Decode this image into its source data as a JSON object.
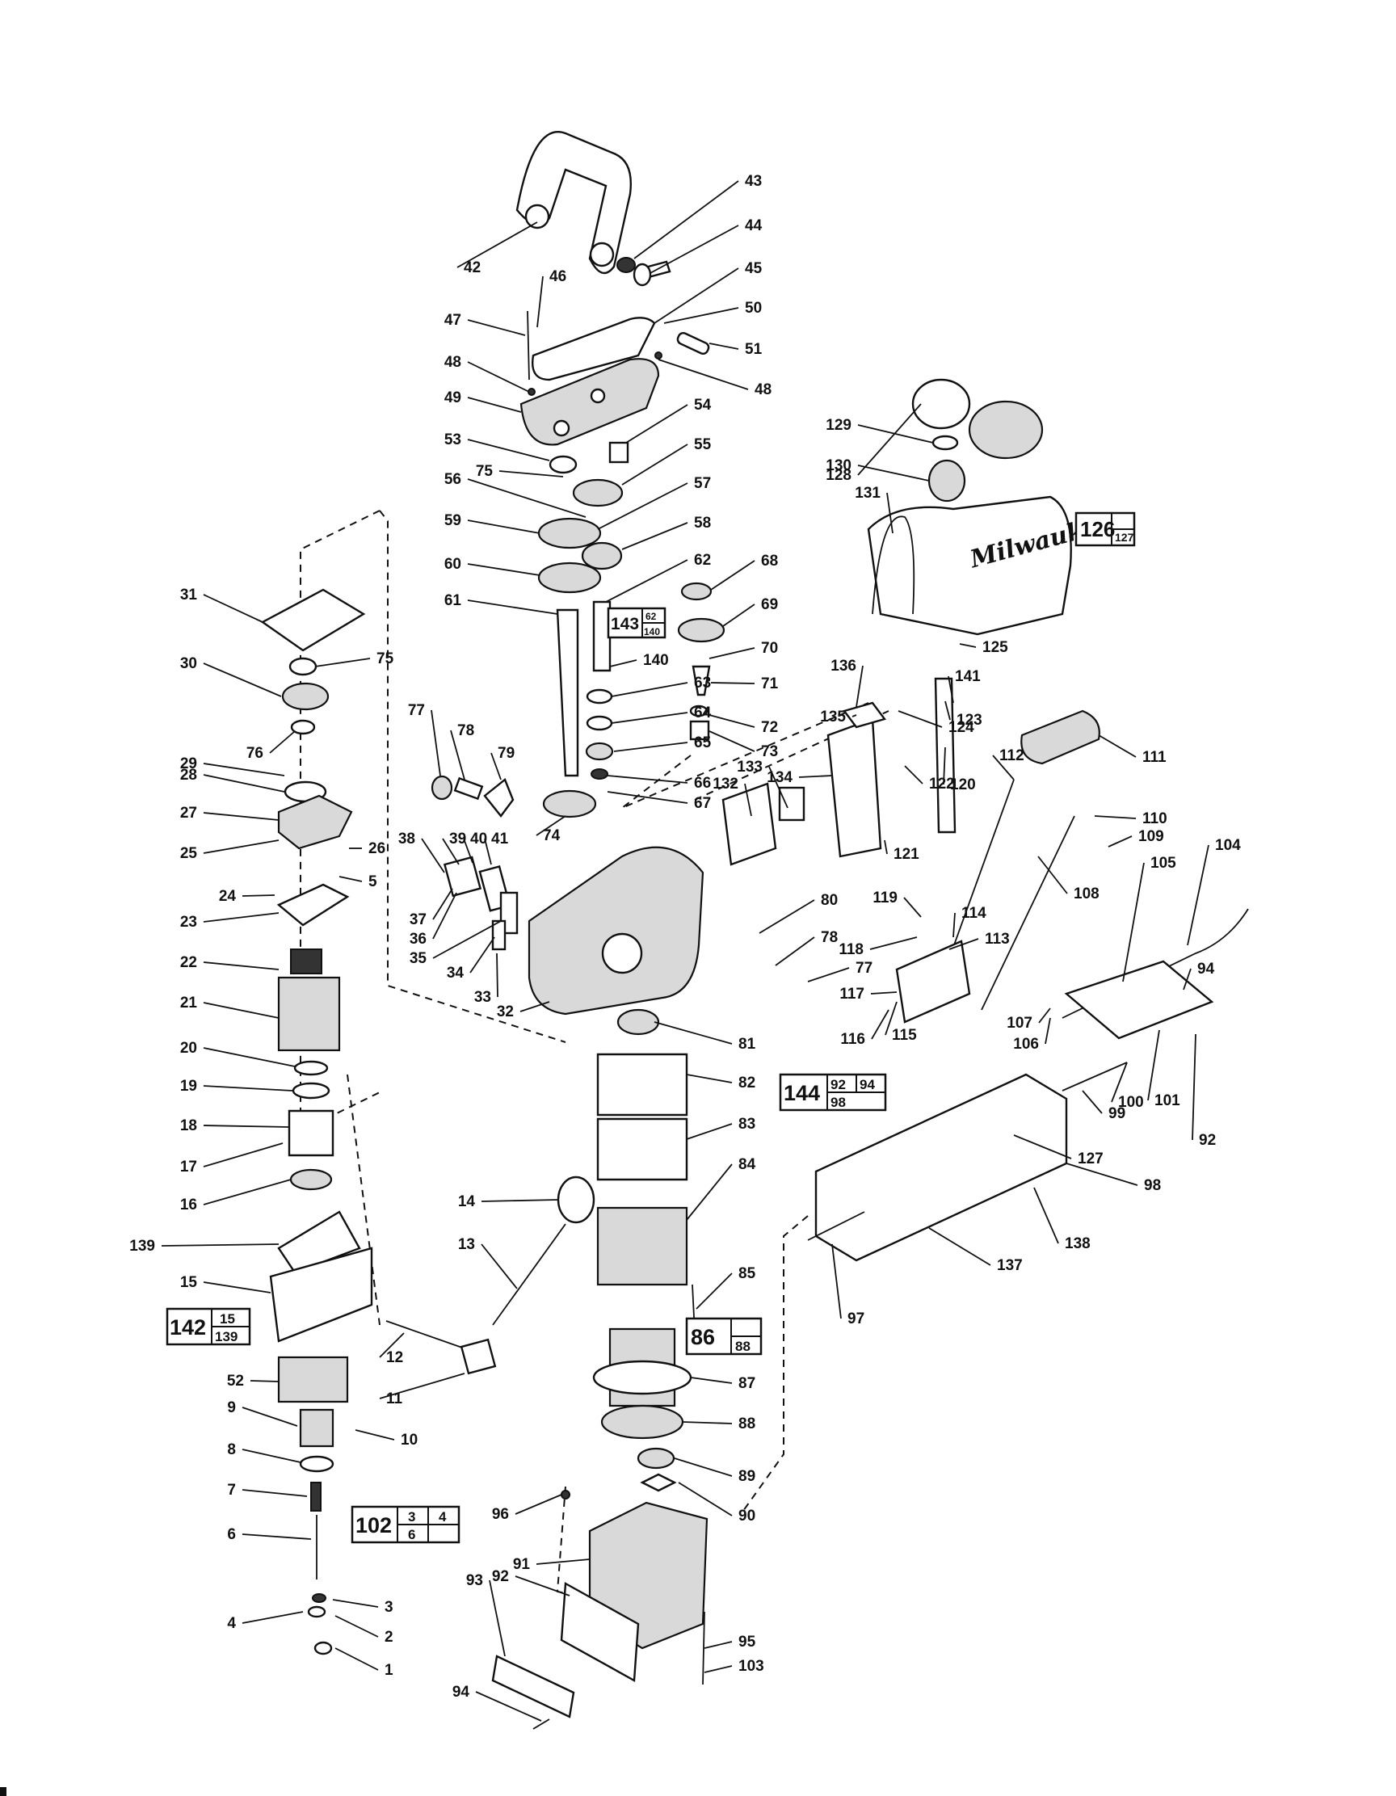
{
  "brand_text": "Milwaukee",
  "callouts": [
    {
      "label": "1"
    },
    {
      "label": "2"
    },
    {
      "label": "3"
    },
    {
      "label": "4"
    },
    {
      "label": "5"
    },
    {
      "label": "6"
    },
    {
      "label": "7"
    },
    {
      "label": "8"
    },
    {
      "label": "9"
    },
    {
      "label": "10"
    },
    {
      "label": "11"
    },
    {
      "label": "12"
    },
    {
      "label": "13"
    },
    {
      "label": "14"
    },
    {
      "label": "15"
    },
    {
      "label": "16"
    },
    {
      "label": "17"
    },
    {
      "label": "18"
    },
    {
      "label": "19"
    },
    {
      "label": "20"
    },
    {
      "label": "21"
    },
    {
      "label": "22"
    },
    {
      "label": "23"
    },
    {
      "label": "24"
    },
    {
      "label": "25"
    },
    {
      "label": "26"
    },
    {
      "label": "27"
    },
    {
      "label": "28"
    },
    {
      "label": "29"
    },
    {
      "label": "30"
    },
    {
      "label": "31"
    },
    {
      "label": "32"
    },
    {
      "label": "33"
    },
    {
      "label": "34"
    },
    {
      "label": "35"
    },
    {
      "label": "36"
    },
    {
      "label": "37"
    },
    {
      "label": "38"
    },
    {
      "label": "39"
    },
    {
      "label": "40"
    },
    {
      "label": "41"
    },
    {
      "label": "42"
    },
    {
      "label": "43"
    },
    {
      "label": "44"
    },
    {
      "label": "45"
    },
    {
      "label": "46"
    },
    {
      "label": "47"
    },
    {
      "label": "48"
    },
    {
      "label": "48"
    },
    {
      "label": "49"
    },
    {
      "label": "50"
    },
    {
      "label": "51"
    },
    {
      "label": "52"
    },
    {
      "label": "53"
    },
    {
      "label": "54"
    },
    {
      "label": "55"
    },
    {
      "label": "56"
    },
    {
      "label": "57"
    },
    {
      "label": "58"
    },
    {
      "label": "59"
    },
    {
      "label": "60"
    },
    {
      "label": "61"
    },
    {
      "label": "62"
    },
    {
      "label": "63"
    },
    {
      "label": "64"
    },
    {
      "label": "65"
    },
    {
      "label": "66"
    },
    {
      "label": "67"
    },
    {
      "label": "68"
    },
    {
      "label": "69"
    },
    {
      "label": "70"
    },
    {
      "label": "71"
    },
    {
      "label": "72"
    },
    {
      "label": "73"
    },
    {
      "label": "74"
    },
    {
      "label": "75"
    },
    {
      "label": "75"
    },
    {
      "label": "76"
    },
    {
      "label": "77"
    },
    {
      "label": "77"
    },
    {
      "label": "78"
    },
    {
      "label": "78"
    },
    {
      "label": "79"
    },
    {
      "label": "80"
    },
    {
      "label": "81"
    },
    {
      "label": "82"
    },
    {
      "label": "83"
    },
    {
      "label": "84"
    },
    {
      "label": "85"
    },
    {
      "label": "87"
    },
    {
      "label": "88"
    },
    {
      "label": "89"
    },
    {
      "label": "90"
    },
    {
      "label": "91"
    },
    {
      "label": "92"
    },
    {
      "label": "92"
    },
    {
      "label": "93"
    },
    {
      "label": "94"
    },
    {
      "label": "94"
    },
    {
      "label": "95"
    },
    {
      "label": "96"
    },
    {
      "label": "97"
    },
    {
      "label": "98"
    },
    {
      "label": "99"
    },
    {
      "label": "100"
    },
    {
      "label": "101"
    },
    {
      "label": "103"
    },
    {
      "label": "104"
    },
    {
      "label": "105"
    },
    {
      "label": "106"
    },
    {
      "label": "107"
    },
    {
      "label": "108"
    },
    {
      "label": "109"
    },
    {
      "label": "110"
    },
    {
      "label": "111"
    },
    {
      "label": "112"
    },
    {
      "label": "113"
    },
    {
      "label": "114"
    },
    {
      "label": "115"
    },
    {
      "label": "116"
    },
    {
      "label": "117"
    },
    {
      "label": "118"
    },
    {
      "label": "119"
    },
    {
      "label": "120"
    },
    {
      "label": "121"
    },
    {
      "label": "122"
    },
    {
      "label": "123"
    },
    {
      "label": "124"
    },
    {
      "label": "125"
    },
    {
      "label": "127"
    },
    {
      "label": "128"
    },
    {
      "label": "129"
    },
    {
      "label": "130"
    },
    {
      "label": "131"
    },
    {
      "label": "132"
    },
    {
      "label": "133"
    },
    {
      "label": "134"
    },
    {
      "label": "135"
    },
    {
      "label": "136"
    },
    {
      "label": "137"
    },
    {
      "label": "138"
    },
    {
      "label": "139"
    },
    {
      "label": "140"
    },
    {
      "label": "141"
    }
  ],
  "kits": [
    {
      "main": "126",
      "top": "127",
      "top2": "",
      "bottom": "",
      "bottom2": ""
    },
    {
      "main": "143",
      "top": "62",
      "top2": "",
      "bottom": "140",
      "bottom2": ""
    },
    {
      "main": "144",
      "top": "92",
      "top2": "94",
      "bottom": "98",
      "bottom2": ""
    },
    {
      "main": "86",
      "top": "",
      "top2": "",
      "bottom": "88",
      "bottom2": ""
    },
    {
      "main": "142",
      "top": "15",
      "top2": "",
      "bottom": "139",
      "bottom2": ""
    },
    {
      "main": "102",
      "top": "3",
      "top2": "4",
      "bottom": "6",
      "bottom2": ""
    }
  ]
}
